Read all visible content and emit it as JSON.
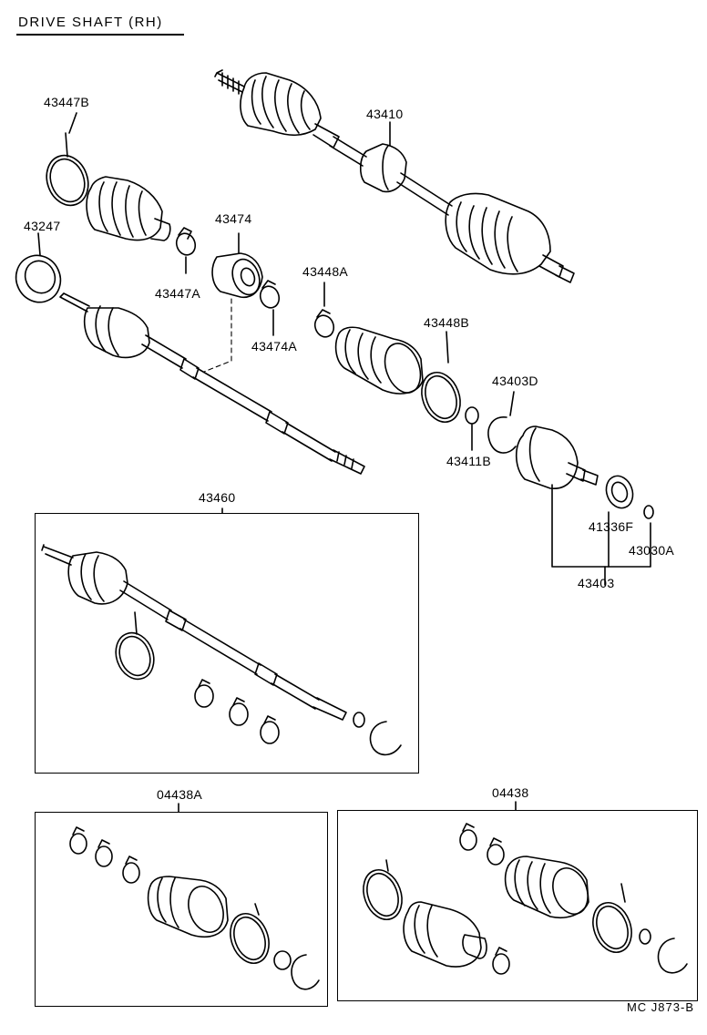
{
  "title": "DRIVE SHAFT (RH)",
  "footer": "MC  J873-B",
  "parts": {
    "p43447B": "43447B",
    "p43410": "43410",
    "p43247": "43247",
    "p43474": "43474",
    "p43447A": "43447A",
    "p43448A": "43448A",
    "p43474A": "43474A",
    "p43448B": "43448B",
    "p43403D": "43403D",
    "p43411B": "43411B",
    "p41336F": "41336F",
    "p43030A": "43030A",
    "p43403": "43403",
    "p43460": "43460",
    "p04438A": "04438A",
    "p04438": "04438"
  }
}
